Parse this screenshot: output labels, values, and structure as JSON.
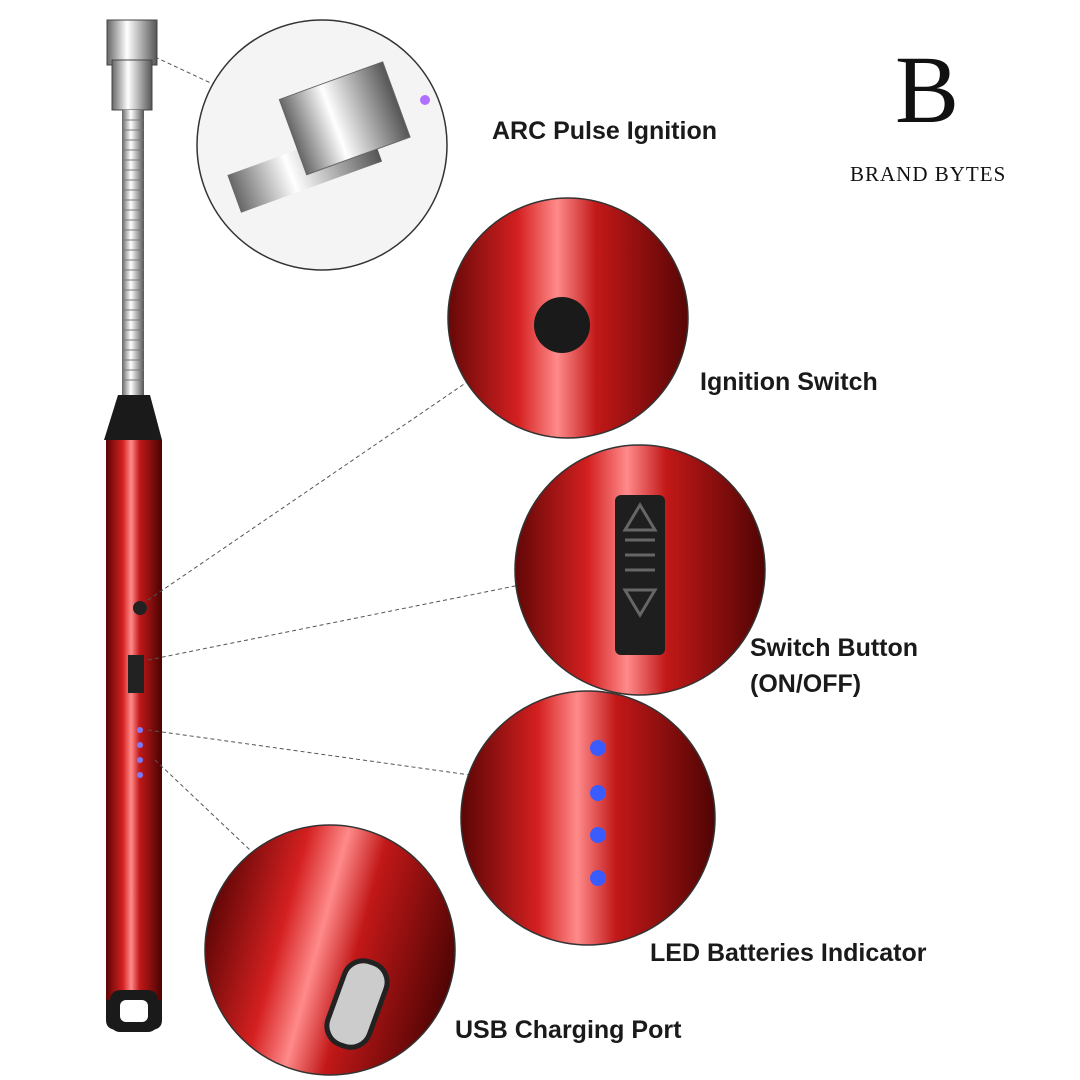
{
  "brand": {
    "logo_letter": "B",
    "name": "BRAND BYTES"
  },
  "features": [
    {
      "label": "ARC Pulse Ignition"
    },
    {
      "label": "Ignition Switch"
    },
    {
      "label": "Switch Button",
      "label_line2": "(ON/OFF)"
    },
    {
      "label": "LED Batteries Indicator"
    },
    {
      "label": "USB Charging Port"
    }
  ],
  "colors": {
    "body_red": "#b01515",
    "led_blue": "#3a5cff",
    "text": "#1a1a1a"
  }
}
